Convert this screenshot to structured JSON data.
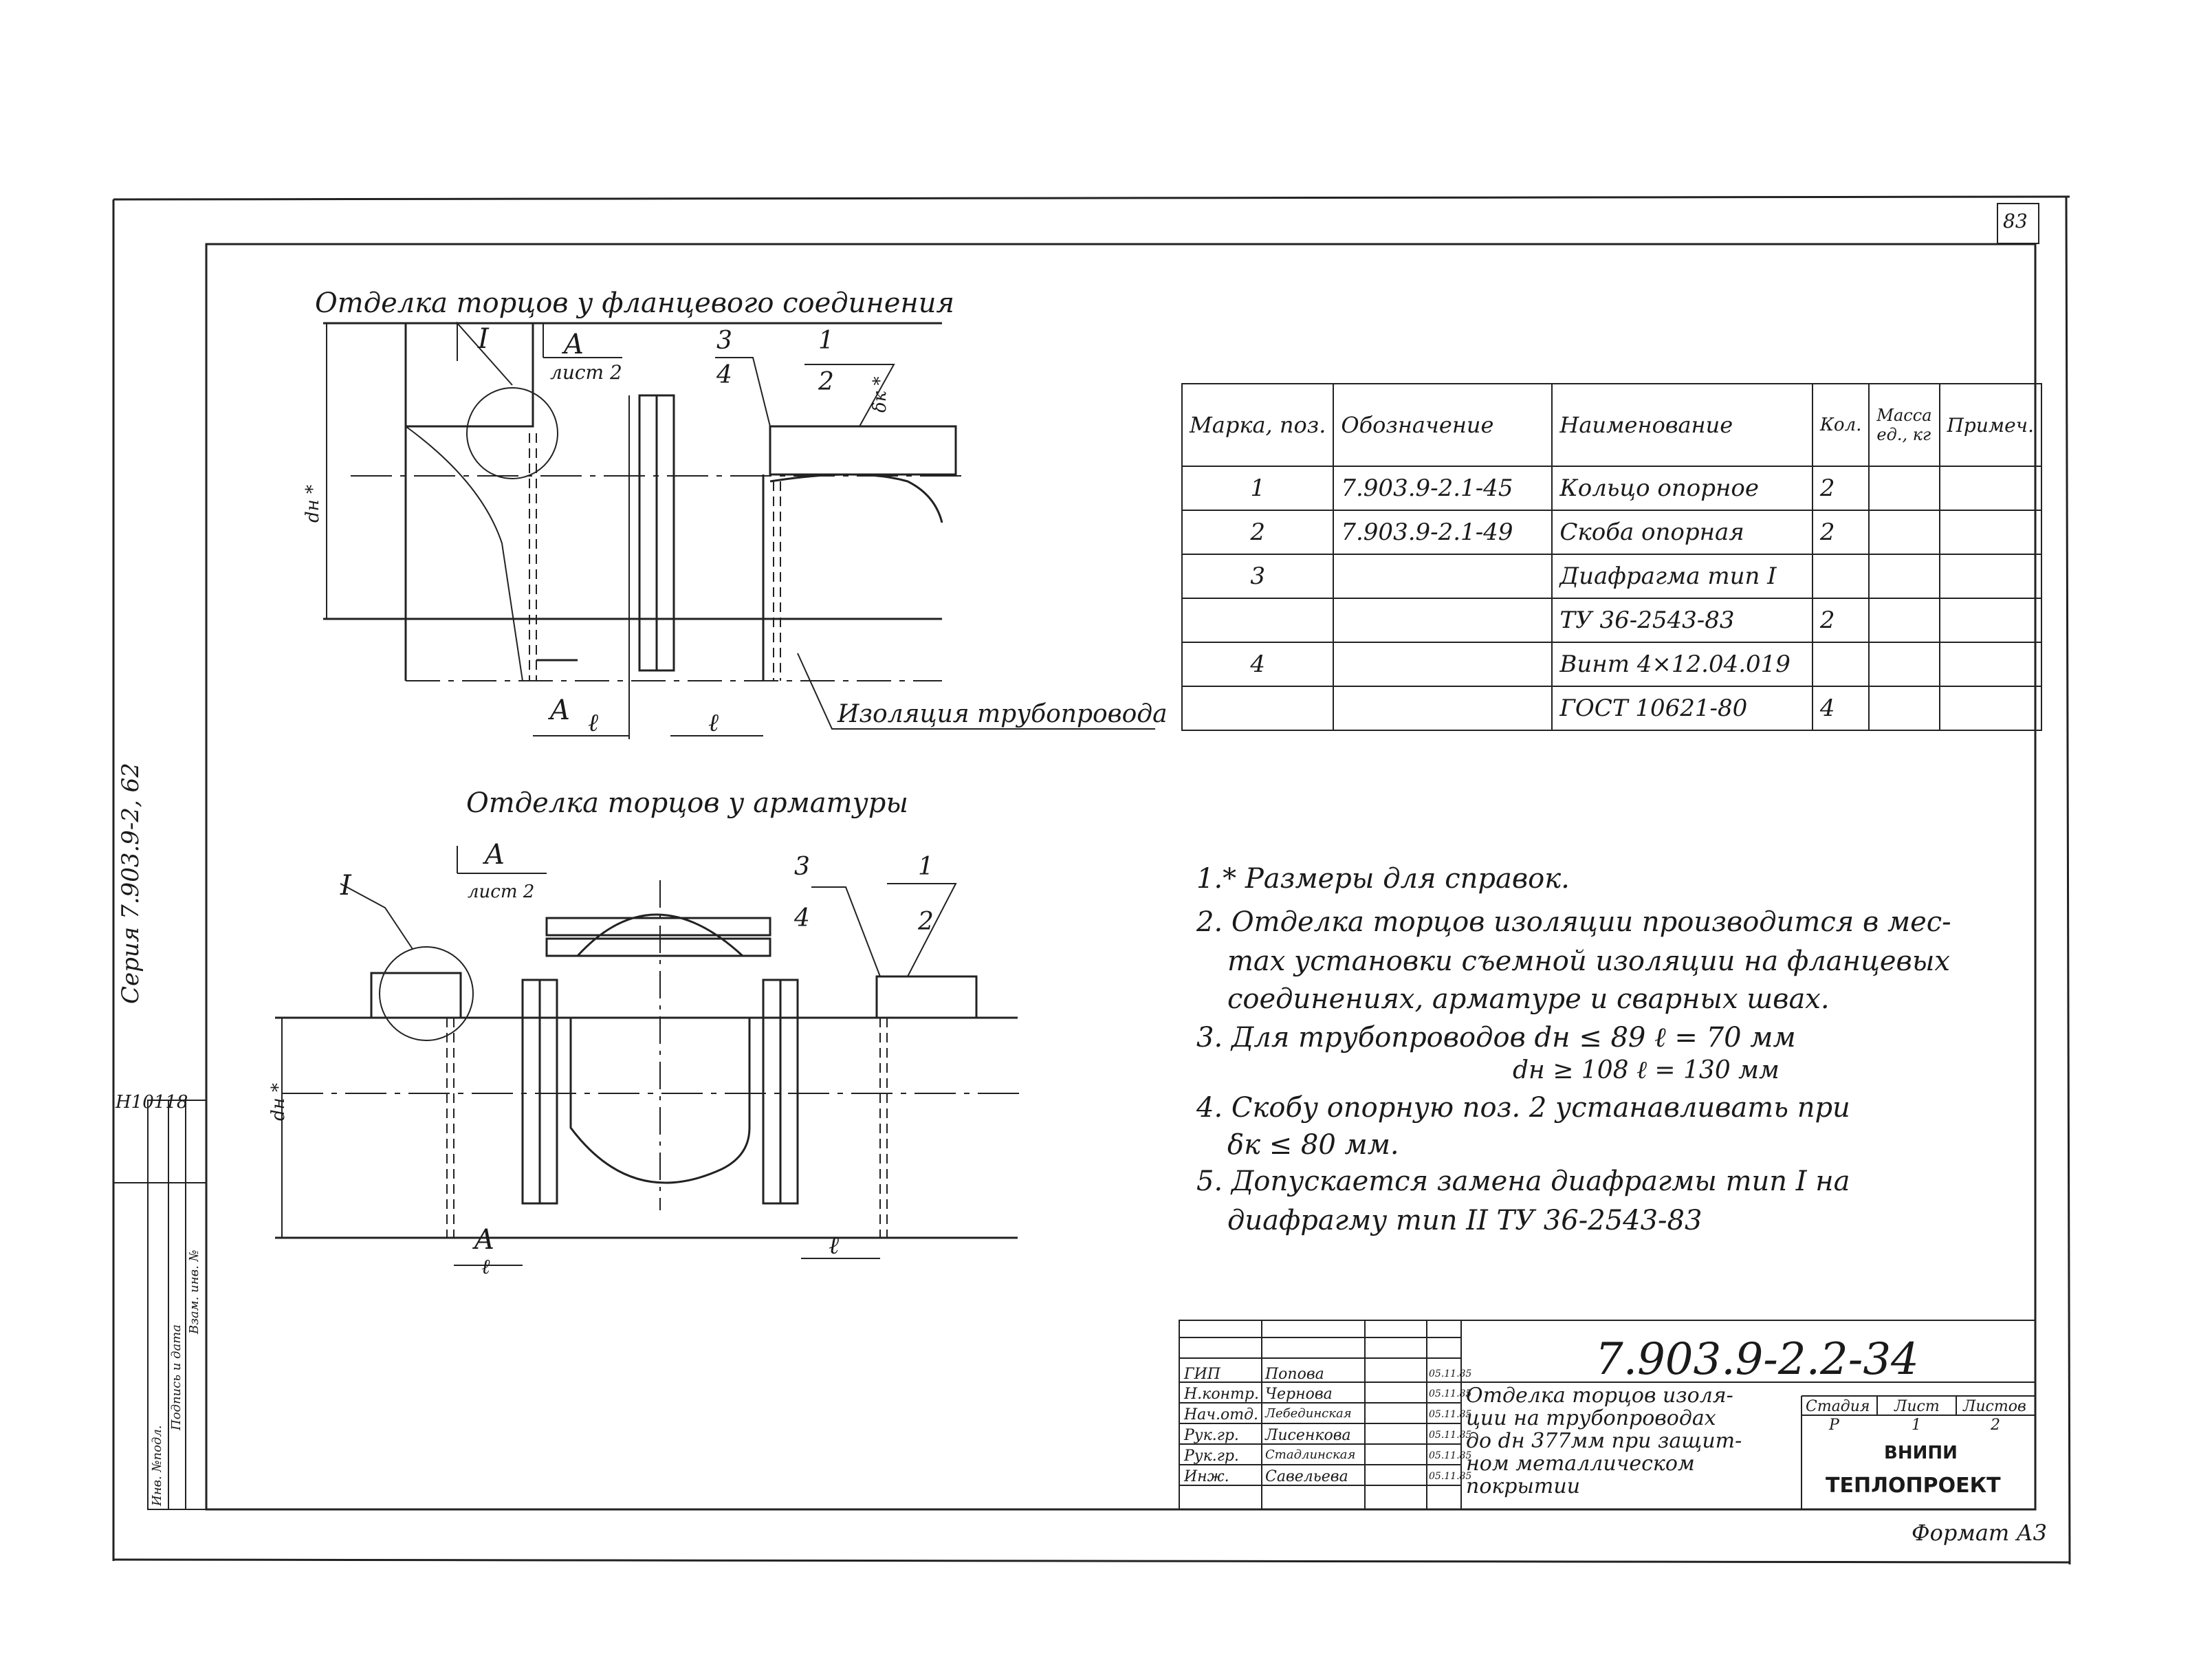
{
  "sheet_number": "83",
  "side_series": "Серия 7.903.9-2, 62",
  "side_code": "Н10118",
  "side_stamp_labels": [
    "Инв. №подл.",
    "Подпись и дата",
    "Взам. инв. №"
  ],
  "views": {
    "top": {
      "title": "Отделка торцов у фланцевого соединения",
      "callout_roman": "I",
      "section_letter": "A",
      "section_ref": "лист 2",
      "pos3": "3",
      "pos4": "4",
      "pos1": "1",
      "pos2": "2",
      "dim_dk": "δк *",
      "dim_dn": "dн *",
      "dim_l": "ℓ",
      "insulation_label": "Изоляция трубопровода"
    },
    "bottom": {
      "title": "Отделка торцов у арматуры",
      "callout_roman": "I",
      "section_letter": "A",
      "section_ref": "лист 2",
      "pos3": "3",
      "pos4": "4",
      "pos1": "1",
      "pos2": "2",
      "dim_dn": "dн *",
      "dim_l": "ℓ"
    }
  },
  "spec_table": {
    "headers": [
      "Марка, поз.",
      "Обозначение",
      "Наименование",
      "Кол.",
      "Масса ед., кг",
      "Примеч."
    ],
    "rows": [
      [
        "1",
        "7.903.9-2.1-45",
        "Кольцо опорное",
        "2",
        "",
        ""
      ],
      [
        "2",
        "7.903.9-2.1-49",
        "Скоба опорная",
        "2",
        "",
        ""
      ],
      [
        "3",
        "",
        "Диафрагма тип I",
        "",
        "",
        ""
      ],
      [
        "",
        "",
        "ТУ 36-2543-83",
        "2",
        "",
        ""
      ],
      [
        "4",
        "",
        "Винт 4×12.04.019",
        "",
        "",
        ""
      ],
      [
        "",
        "",
        "ГОСТ 10621-80",
        "4",
        "",
        ""
      ]
    ]
  },
  "notes": [
    "1.* Размеры для справок.",
    "2. Отделка торцов изоляции производится в мес-",
    "тах установки съемной изоляции на фланцевых",
    "соединениях, арматуре и сварных швах.",
    "3. Для трубопроводов  dн ≤ 89    ℓ = 70 мм",
    "dн ≥ 108   ℓ = 130 мм",
    "4. Скобу опорную поз. 2 устанавливать при",
    "δк ≤ 80 мм.",
    "5. Допускается замена диафрагмы тип I на",
    "диафрагму тип II ТУ 36-2543-83"
  ],
  "title_block": {
    "doc_code": "7.903.9-2.2-34",
    "roles": [
      {
        "role": "ГИП",
        "name": "Попова",
        "date": "05.11.85"
      },
      {
        "role": "Н.контр.",
        "name": "Чернова",
        "date": "05.11.85"
      },
      {
        "role": "Нач.отд.",
        "name": "Лебединская",
        "date": "05.11.85"
      },
      {
        "role": "Рук.гр.",
        "name": "Лисенкова",
        "date": "05.11.85"
      },
      {
        "role": "Рук.гр.",
        "name": "Стадлинская",
        "date": "05.11.85"
      },
      {
        "role": "Инж.",
        "name": "Савельева",
        "date": "05.11.85"
      }
    ],
    "description": [
      "Отделка торцов изоля-",
      "ции на трубопроводах",
      "до dн 377мм при защит-",
      "ном металлическом",
      "покрытии"
    ],
    "stage_label": "Стадия",
    "stage_value": "Р",
    "sheet_label": "Лист",
    "sheet_value": "1",
    "sheets_label": "Листов",
    "sheets_value": "2",
    "org_1": "ВНИПИ",
    "org_2": "ТЕПЛОПРОЕКТ"
  },
  "format_label": "Формат А3"
}
